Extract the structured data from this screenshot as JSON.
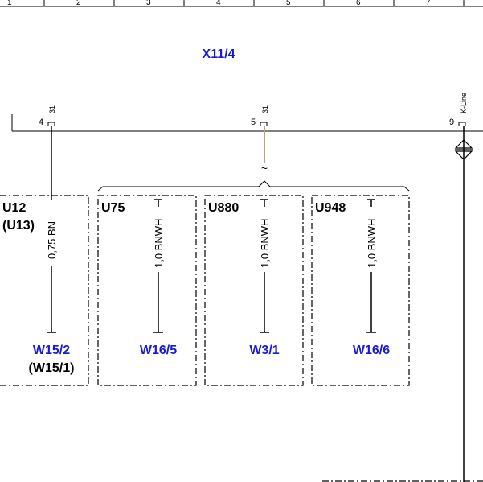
{
  "ruler": [
    "1",
    "2",
    "3",
    "4",
    "5",
    "6",
    "7"
  ],
  "connector": {
    "name": "X11/4",
    "pins": [
      {
        "num": "4",
        "label": "31"
      },
      {
        "num": "5",
        "label": "31"
      },
      {
        "num": "9",
        "label": "K-Line"
      }
    ]
  },
  "modules": [
    {
      "name": "U12",
      "alt": "(U13)",
      "wire": "0,75 BN",
      "conn": "W15/2",
      "conn_alt": "(W15/1)"
    },
    {
      "name": "U75",
      "wire": "1,0 BNWH",
      "conn": "W16/5"
    },
    {
      "name": "U880",
      "wire": "1,0 BNWH",
      "conn": "W3/1"
    },
    {
      "name": "U948",
      "wire": "1,0 BNWH",
      "conn": "W16/6"
    }
  ],
  "symbols": {
    "tilde": "~"
  },
  "colors": {
    "wire_tan": "#c8a070",
    "label_blue": "#1a1ad4",
    "line": "#000000"
  }
}
